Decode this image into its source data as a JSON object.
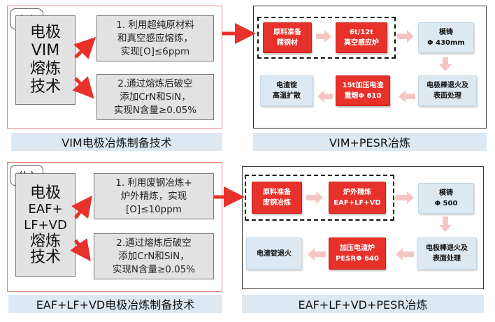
{
  "panel_a": {
    "label": "(a)",
    "title_lines": [
      "电极",
      "VIM",
      "熔炼",
      "技术"
    ],
    "desc1_lines": [
      "1. 利用超纯原材料",
      "和真空感应熔炼，",
      "实现[O]≤6ppm"
    ],
    "desc2_lines": [
      "2.通过熔炼后破空",
      "添加CrN和SiN，",
      "实现N含量≥0.05%"
    ],
    "left_caption": "VIM电极冶炼制备技术",
    "right_caption": "VIM+PESR冶炼",
    "steps": {
      "s1": [
        "原料准备",
        "精钢材"
      ],
      "s2": [
        "6t/12t",
        "真空感应炉"
      ],
      "s3": [
        "模铸",
        "Φ 430mm"
      ],
      "s4": [
        "电极棒退火及",
        "表面处理"
      ],
      "s5": [
        "15t加压电渣",
        "重熔Φ 610"
      ],
      "s6": [
        "电渣锭",
        "高温扩散"
      ]
    }
  },
  "panel_b": {
    "label": "(b)",
    "title_lines": [
      "电极",
      "EAF+",
      "LF+VD",
      "熔炼",
      "技术"
    ],
    "desc1_lines": [
      "1. 利用废钢冶炼+",
      "炉外精炼，实现",
      "[O]≤10ppm"
    ],
    "desc2_lines": [
      "2.通过熔炼后破空",
      "添加CrN和SiN，",
      "实现N含量≥0.05%"
    ],
    "left_caption": "EAF+LF+VD电极冶炼制备技术",
    "right_caption": "EAF+LF+VD+PESR冶炼",
    "steps": {
      "s1": [
        "原料准备",
        "废钢冶炼"
      ],
      "s2": [
        "炉外精炼",
        "EAF+LF+VD"
      ],
      "s3": [
        "模铸",
        "Φ 500"
      ],
      "s4": [
        "电极棒退火及",
        "表面处理"
      ],
      "s5": [
        "加压电渣炉",
        "PESRΦ 640"
      ],
      "s6": [
        "电渣锭退火"
      ]
    }
  },
  "colors": {
    "red_step": "#e8312a",
    "blue_step": "#dde9f2",
    "caption_bg": "#dce8f2",
    "arrow_red": "#e8312a",
    "arrow_pink": "#f4c5c2",
    "frame_red": "#e8837a"
  }
}
